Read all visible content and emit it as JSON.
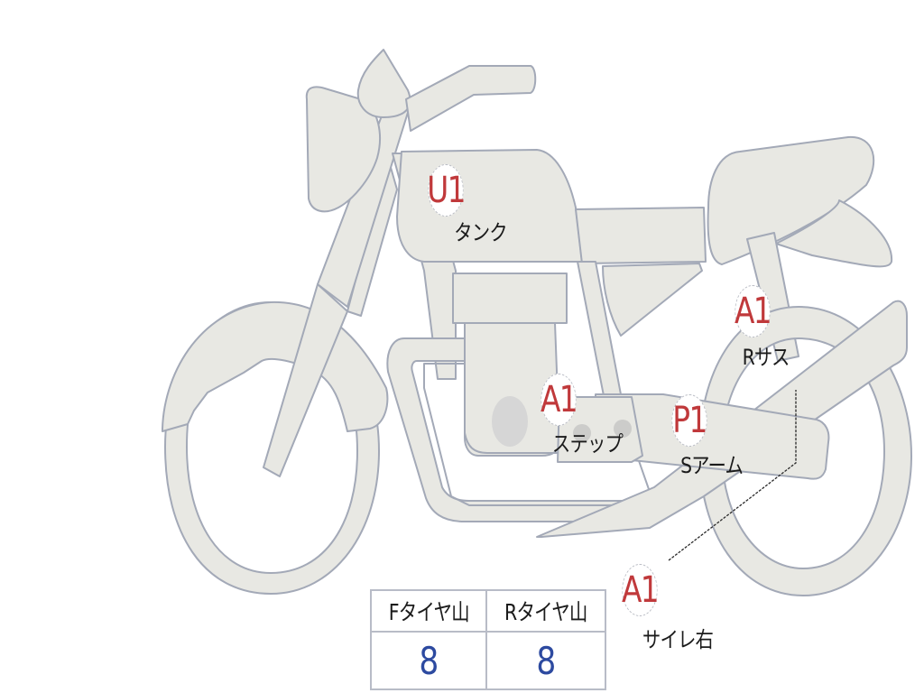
{
  "diagram": {
    "subject": "motorcycle-side-view",
    "colors": {
      "body_fill": "#e8e8e3",
      "body_stroke": "#a3a9b7",
      "grade_text": "#c0393b",
      "label_text": "#1b1b1b",
      "tread_value": "#2d4aa0",
      "table_border": "#b8bcc7"
    },
    "callouts": [
      {
        "id": "tank",
        "grade": "U1",
        "label": "タンク"
      },
      {
        "id": "step",
        "grade": "A1",
        "label": "ステップ"
      },
      {
        "id": "swingarm",
        "grade": "P1",
        "label": "Sアーム"
      },
      {
        "id": "rear-suspension",
        "grade": "A1",
        "label": "Rサス"
      },
      {
        "id": "muffler-right",
        "grade": "A1",
        "label": "サイレ右"
      }
    ],
    "tire_table": {
      "headers": [
        "Fタイヤ山",
        "Rタイヤ山"
      ],
      "values": [
        "8",
        "8"
      ]
    }
  }
}
